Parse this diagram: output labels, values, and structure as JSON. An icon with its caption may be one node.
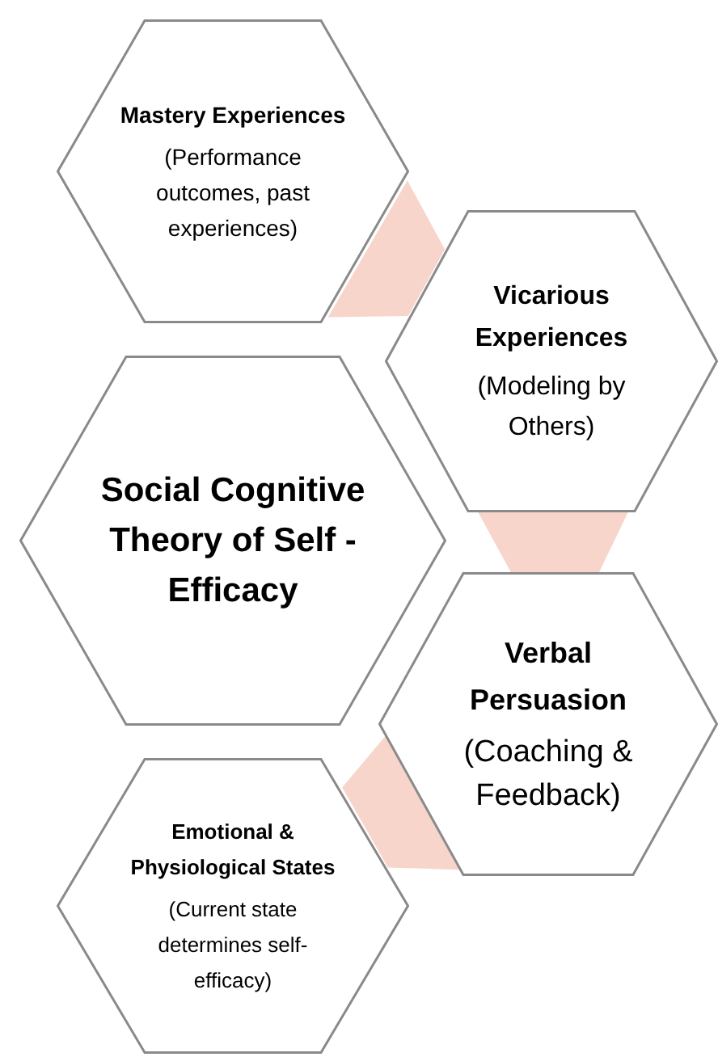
{
  "diagram": {
    "nodes": [
      {
        "text": [
          "Mastery Experiences",
          "(Performance outcomes, past experiences)"
        ]
      },
      {
        "text": [
          "Vicarious Experiences",
          "(Modeling by Others)"
        ]
      },
      {
        "text": [
          "Social Cognitive Theory of Self - Efficacy"
        ]
      },
      {
        "text": [
          "Verbal Persuasion",
          "(Coaching & Feedback)"
        ]
      },
      {
        "text": [
          "Emotional & Physiological States",
          "(Current state determines self-efficacy)"
        ]
      }
    ],
    "edges": [
      {
        "from": 0,
        "to": 1,
        "arrow": "none",
        "style": "thick",
        "color": "#f8d5cb"
      },
      {
        "from": 1,
        "to": 3,
        "arrow": "none",
        "style": "thick",
        "color": "#f8d5cb"
      },
      {
        "from": 3,
        "to": 4,
        "arrow": "none",
        "style": "thick",
        "color": "#f8d5cb"
      }
    ]
  }
}
